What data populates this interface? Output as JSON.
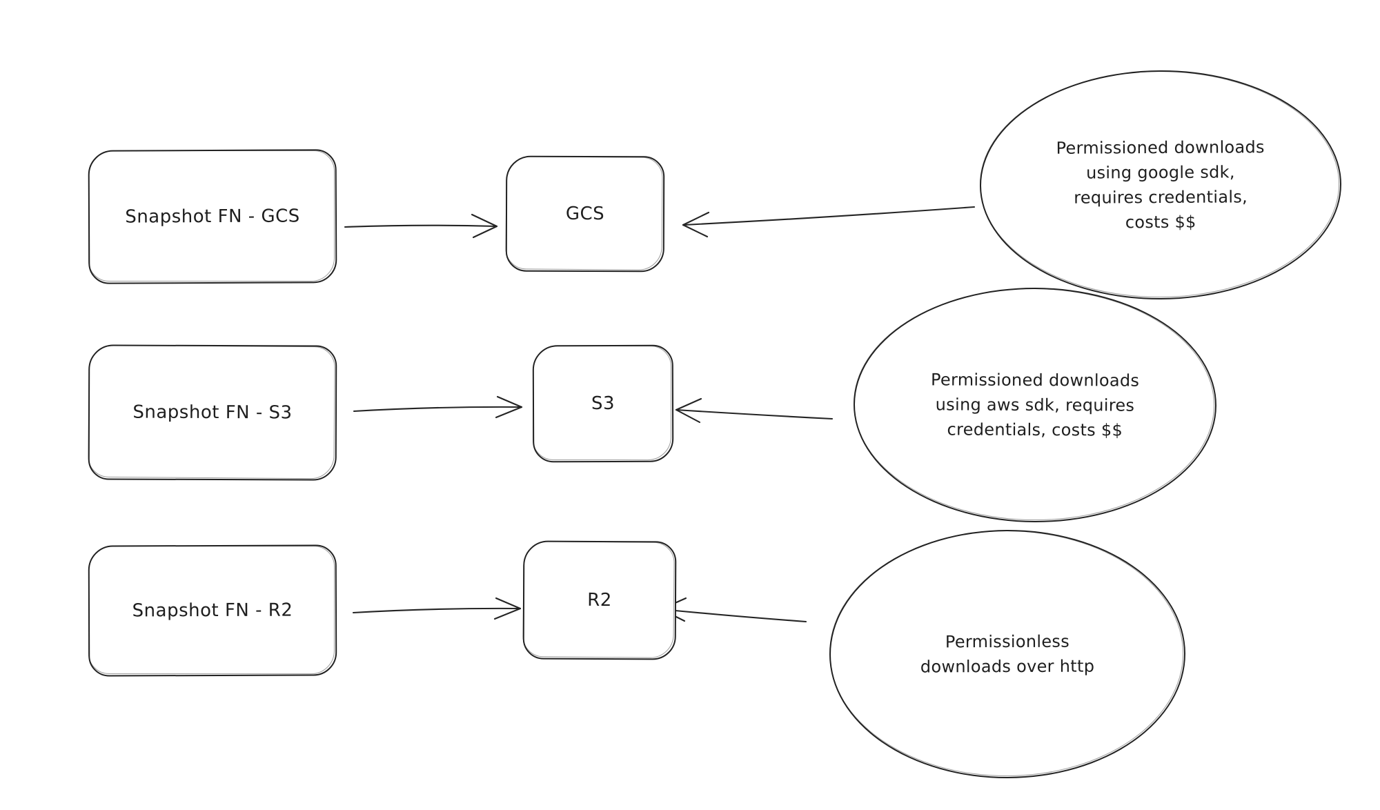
{
  "canvas": {
    "background": "#ffffff",
    "stroke_color": "#242424",
    "text_color": "#1e1e1e"
  },
  "rows": [
    {
      "source_label": "Snapshot FN - GCS",
      "target_label": "GCS",
      "note_lines": [
        "Permissioned downloads",
        "using google sdk,",
        "requires credentials,",
        "costs $$"
      ]
    },
    {
      "source_label": "Snapshot FN - S3",
      "target_label": "S3",
      "note_lines": [
        "Permissioned downloads",
        "using aws sdk, requires",
        "credentials, costs $$"
      ]
    },
    {
      "source_label": "Snapshot FN - R2",
      "target_label": "R2",
      "note_lines": [
        "Permissionless",
        "downloads over http"
      ]
    }
  ]
}
